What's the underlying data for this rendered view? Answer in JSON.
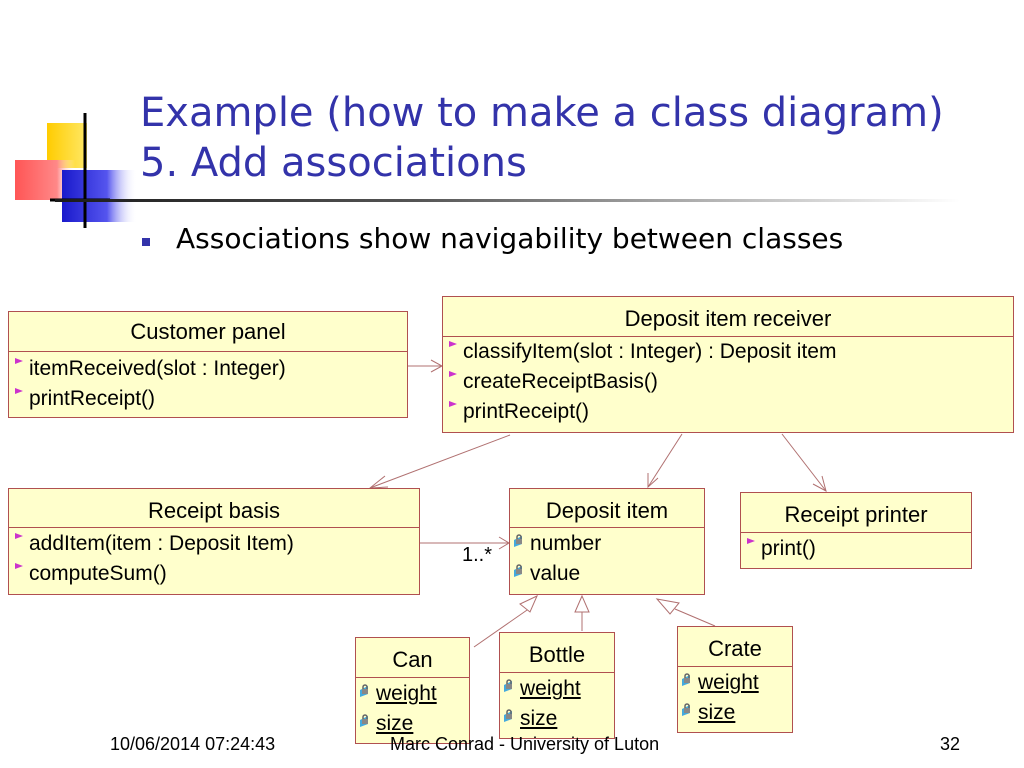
{
  "slide": {
    "title_line1": "Example (how to make a class diagram)",
    "title_line2": "5. Add associations",
    "bullet": "Associations show navigability between classes",
    "footer_date": "10/06/2014 07:24:43",
    "footer_author": "Marc Conrad - University of Luton",
    "page_number": "32"
  },
  "diagram": {
    "multiplicity": "1..*",
    "classes": {
      "customer_panel": {
        "name": "Customer panel",
        "rows": [
          "itemReceived(slot : Integer)",
          "printReceipt()"
        ]
      },
      "deposit_item_receiver": {
        "name": "Deposit item receiver",
        "rows": [
          "classifyItem(slot : Integer) : Deposit item",
          "createReceiptBasis()",
          "printReceipt()"
        ]
      },
      "receipt_basis": {
        "name": "Receipt basis",
        "rows": [
          "addItem(item : Deposit Item)",
          "computeSum()"
        ]
      },
      "deposit_item": {
        "name": "Deposit item",
        "rows": [
          "number",
          "value"
        ]
      },
      "receipt_printer": {
        "name": "Receipt printer",
        "rows": [
          "print()"
        ]
      },
      "can": {
        "name": "Can",
        "rows": [
          "weight",
          "size"
        ]
      },
      "bottle": {
        "name": "Bottle",
        "rows": [
          "weight",
          "size"
        ]
      },
      "crate": {
        "name": "Crate",
        "rows": [
          "weight",
          "size"
        ]
      }
    }
  },
  "colors": {
    "title": "#3333aa",
    "class_fill": "#ffffcc",
    "class_border": "#b05050",
    "connector": "#b07070"
  }
}
